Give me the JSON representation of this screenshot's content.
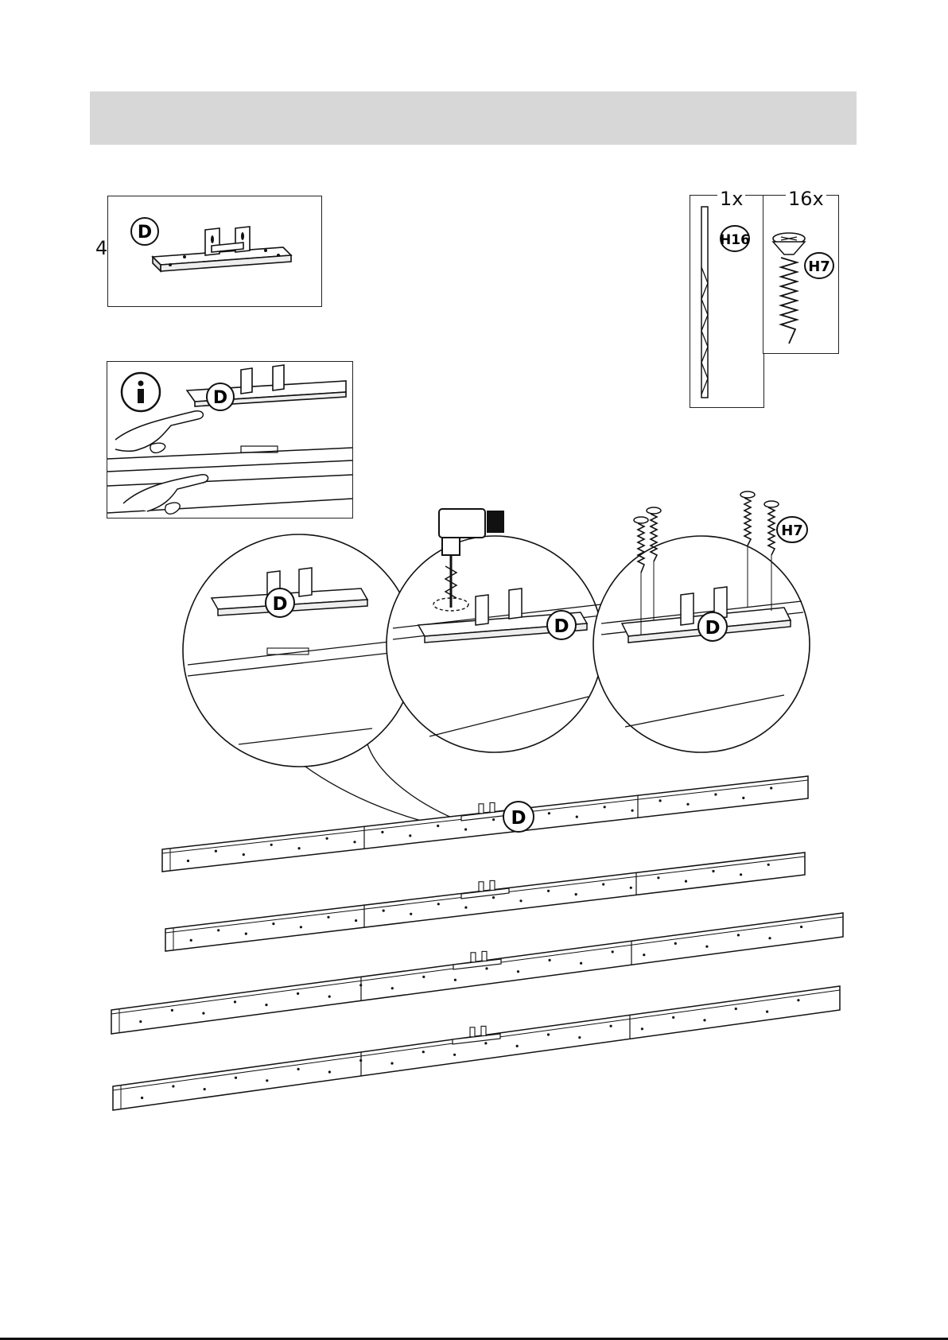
{
  "part_d": {
    "quantity": "4x",
    "label": "D"
  },
  "info_panel": {
    "icon": "info-icon",
    "label": "D"
  },
  "hardware": {
    "drill_bit": {
      "quantity": "1x",
      "label": "H16"
    },
    "screws": {
      "quantity": "16x",
      "label": "H7"
    }
  },
  "detail_steps": {
    "step1_label": "D",
    "step2_label": "D",
    "step3_label": "D",
    "step3_screw_label": "H7"
  },
  "beams": {
    "callout_label": "D",
    "count": 4
  }
}
